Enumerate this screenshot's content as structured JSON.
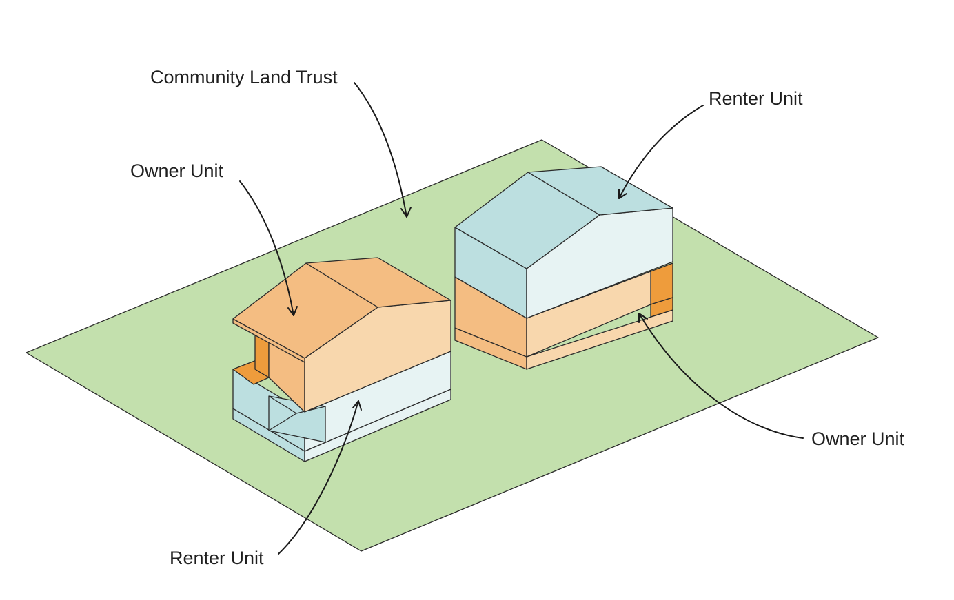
{
  "labels": {
    "community_land_trust": "Community Land Trust",
    "left_owner_unit": "Owner Unit",
    "left_renter_unit": "Renter Unit",
    "right_renter_unit": "Renter Unit",
    "right_owner_unit": "Owner Unit"
  },
  "colors": {
    "land": "#c3e0ad",
    "owner_light": "#f8d7ad",
    "owner_mid": "#f4bd82",
    "owner_dark": "#ee9c3c",
    "renter_light": "#e7f3f3",
    "renter_mid": "#bcdfe0",
    "outline": "#2b2b2b",
    "text": "#1f1f1f"
  }
}
